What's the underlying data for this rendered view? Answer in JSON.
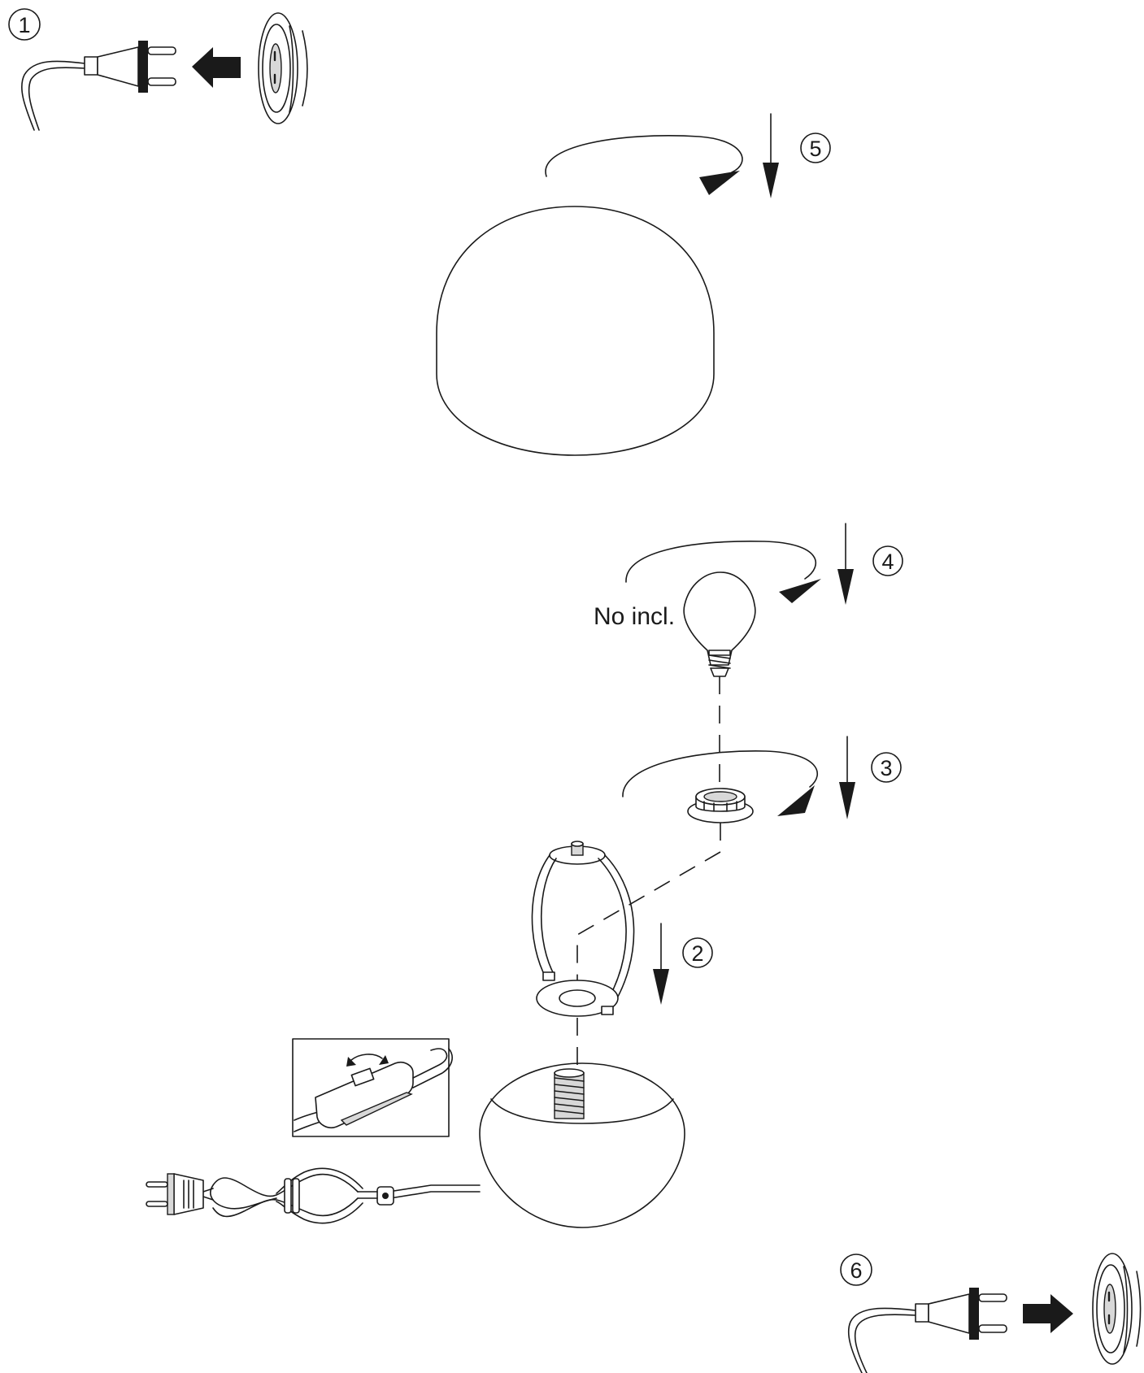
{
  "steps": [
    {
      "number": "1",
      "description": ""
    },
    {
      "number": "2",
      "description": ""
    },
    {
      "number": "3",
      "description": ""
    },
    {
      "number": "4",
      "description": ""
    },
    {
      "number": "5",
      "description": ""
    },
    {
      "number": "6",
      "description": ""
    }
  ],
  "labels": {
    "bulb_note": "No incl."
  }
}
